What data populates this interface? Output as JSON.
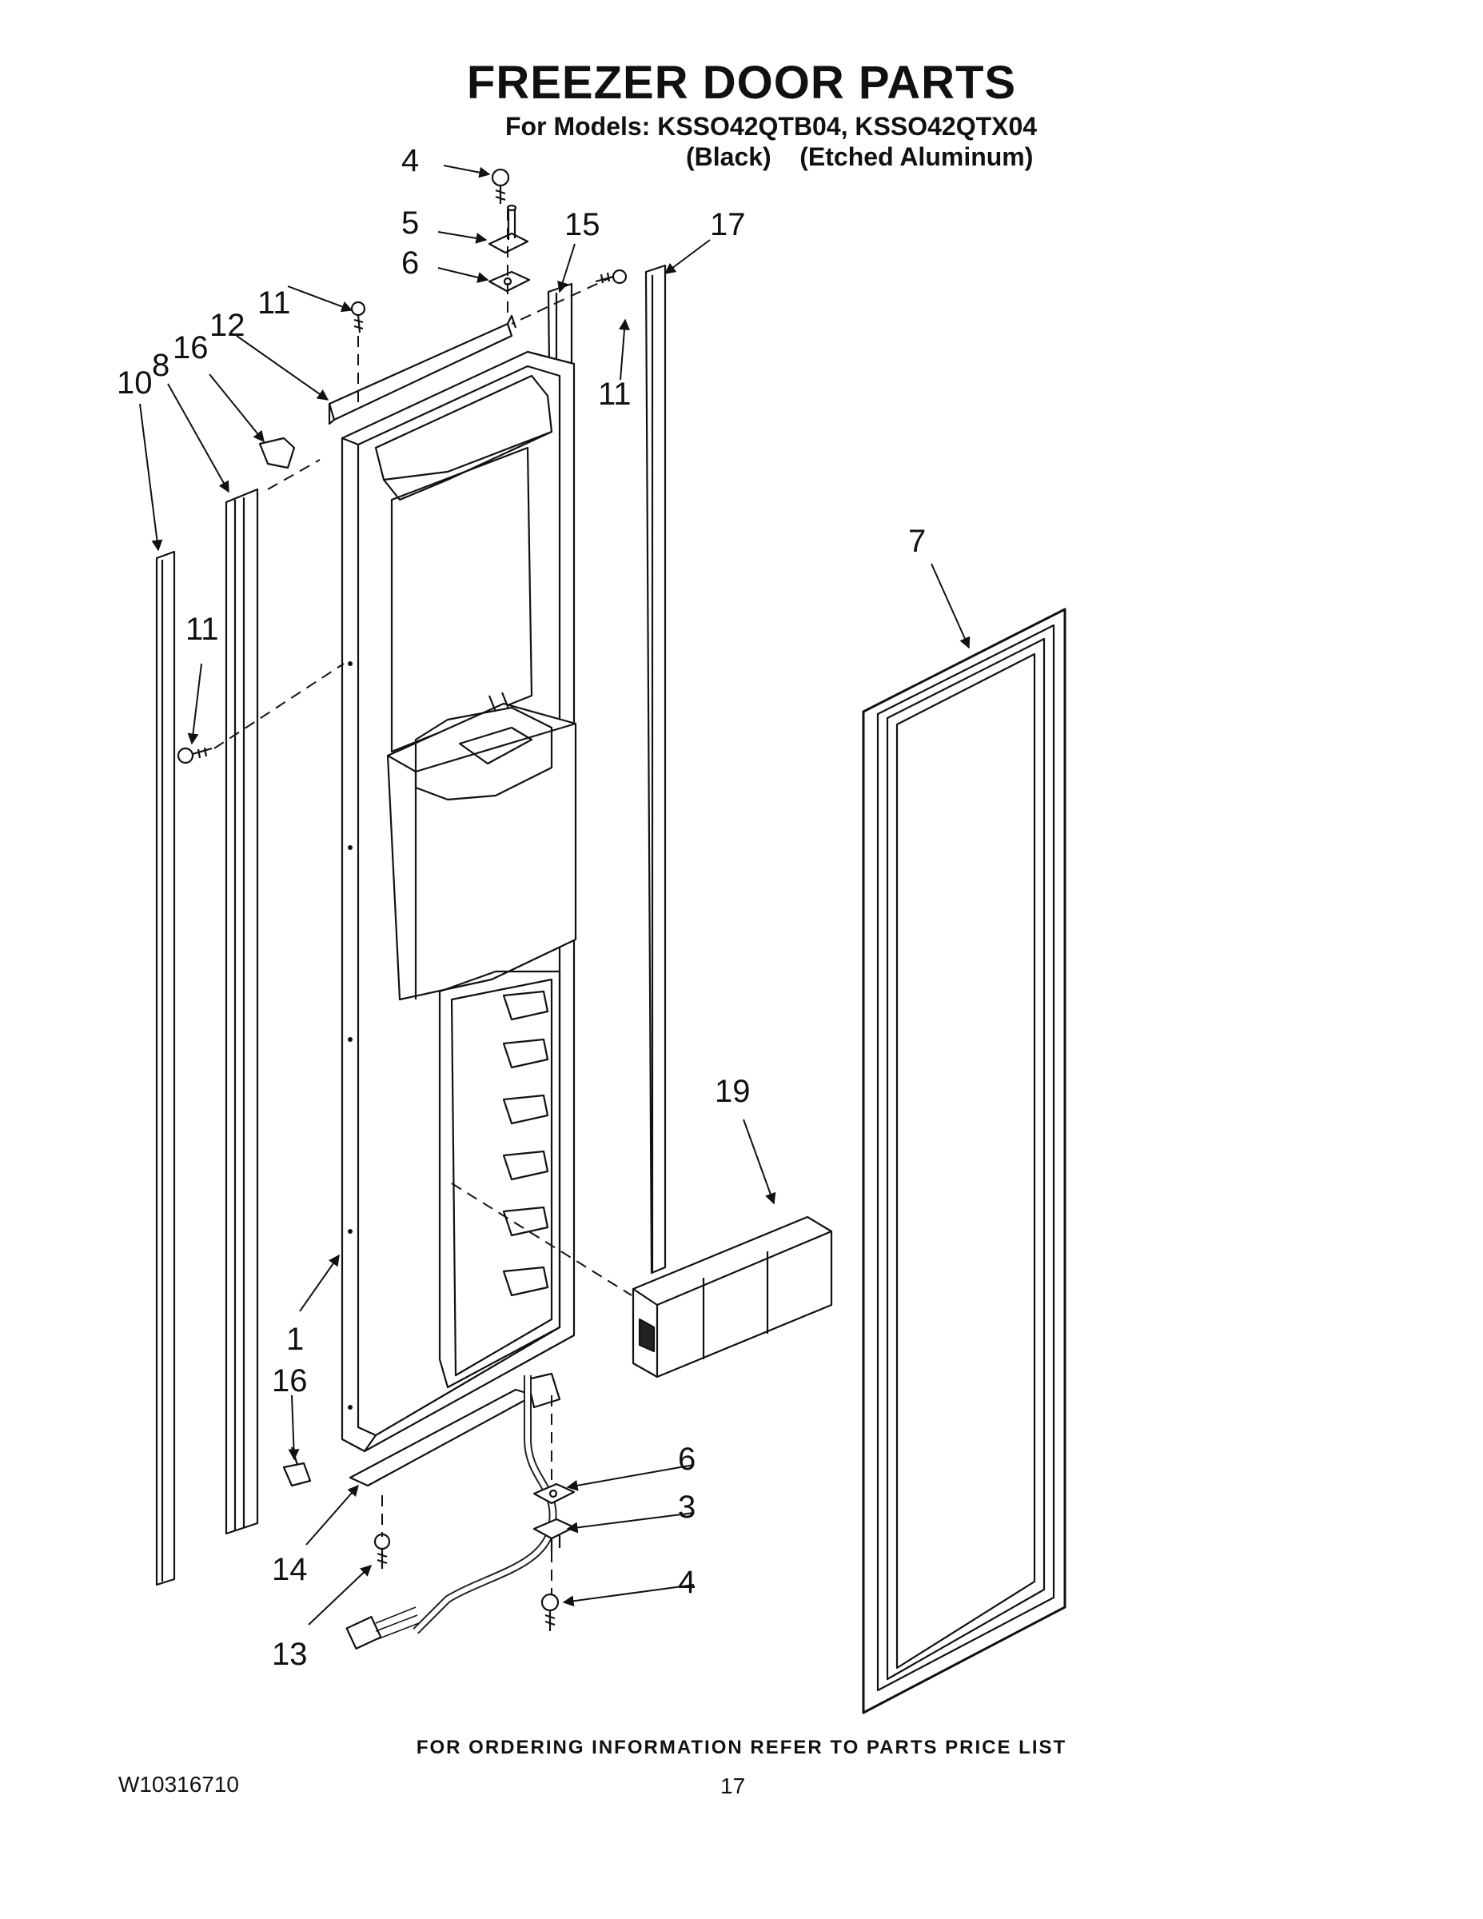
{
  "header": {
    "title": "FREEZER DOOR PARTS",
    "models_line": "For Models: KSSO42QTB04, KSSO42QTX04",
    "variant_black": "(Black)",
    "variant_aluminum": "(Etched Aluminum)"
  },
  "callouts": {
    "c4_top": "4",
    "c5": "5",
    "c6_top": "6",
    "c15": "15",
    "c17": "17",
    "c11_a": "11",
    "c12": "12",
    "c16_top": "16",
    "c8": "8",
    "c10": "10",
    "c11_b": "11",
    "c11_c": "11",
    "c7": "7",
    "c19": "19",
    "c1": "1",
    "c16_bot": "16",
    "c6_bot": "6",
    "c3": "3",
    "c14": "14",
    "c4_bot": "4",
    "c13": "13"
  },
  "footer": {
    "ordering_note": "FOR ORDERING INFORMATION REFER TO PARTS PRICE LIST",
    "document_number": "W10316710",
    "page_number": "17"
  }
}
